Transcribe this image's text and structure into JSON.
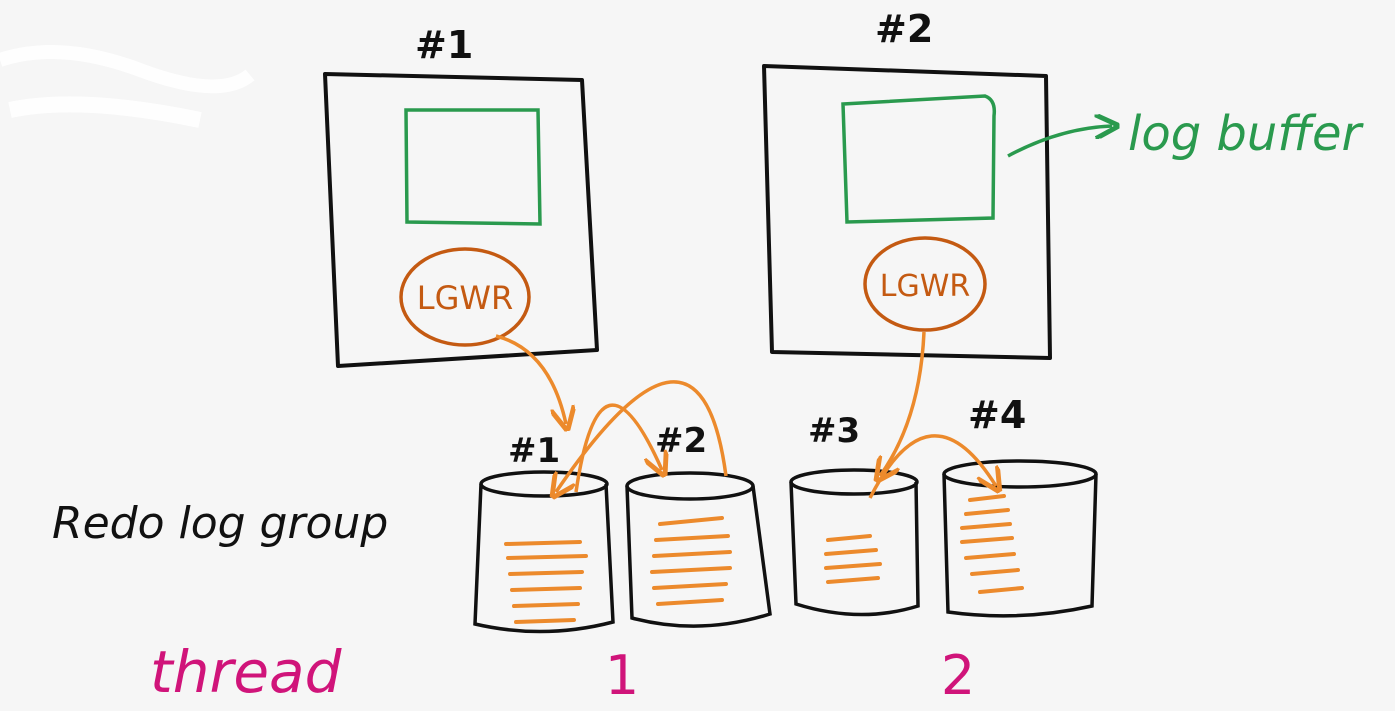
{
  "instances": [
    {
      "label": "#1",
      "process": "LGWR"
    },
    {
      "label": "#2",
      "process": "LGWR"
    }
  ],
  "log_buffer_label": "log buffer",
  "redo_groups": [
    "#1",
    "#2",
    "#3",
    "#4"
  ],
  "redo_log_group_label": "Redo log group",
  "thread_label": "thread",
  "thread_numbers": [
    "1",
    "2"
  ],
  "colors": {
    "ink": "#111111",
    "buffer_green": "#2a9a4e",
    "lgwr_orange": "#c45a12",
    "arrow_orange": "#ec8a2c",
    "thread_pink": "#d0147a",
    "background": "#f6f6f6"
  }
}
